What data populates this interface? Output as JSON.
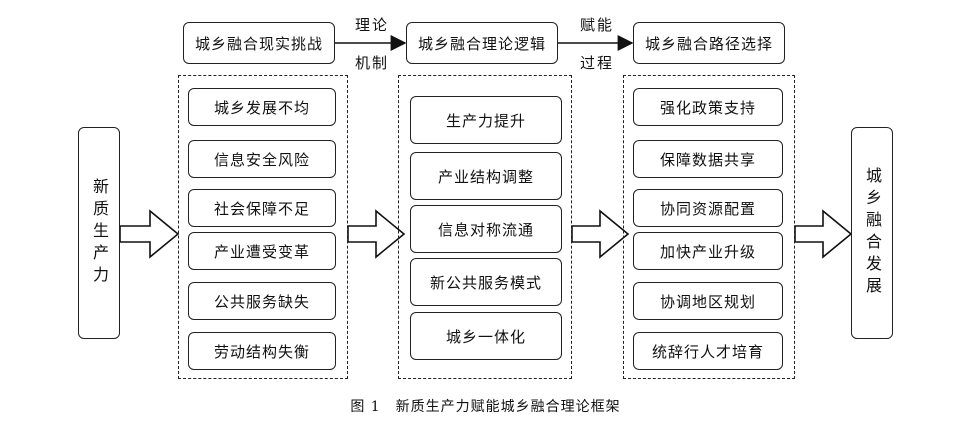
{
  "top": {
    "challenge": "城乡融合现实挑战",
    "logic": "城乡融合理论逻辑",
    "path": "城乡融合路径选择",
    "arrow1_top": "理论",
    "arrow1_bottom": "机制",
    "arrow2_top": "赋能",
    "arrow2_bottom": "过程"
  },
  "left": {
    "label": "新质生产力"
  },
  "right": {
    "label": "城乡融合发展"
  },
  "columns": {
    "challenges": [
      "城乡发展不均",
      "信息安全风险",
      "社会保障不足",
      "产业遭受变革",
      "公共服务缺失",
      "劳动结构失衡"
    ],
    "logic": [
      "生产力提升",
      "产业结构调整",
      "信息对称流通",
      "新公共服务模式",
      "城乡一体化"
    ],
    "paths": [
      "强化政策支持",
      "保障数据共享",
      "协同资源配置",
      "加快产业升级",
      "协调地区规划",
      "统辞行人才培育"
    ]
  },
  "caption": "图 1　新质生产力赋能城乡融合理论框架"
}
